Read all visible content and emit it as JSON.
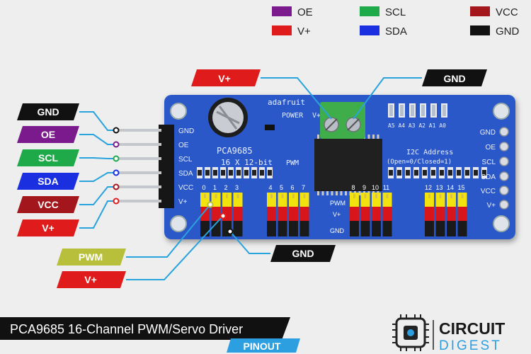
{
  "legend": [
    {
      "label": "OE",
      "color": "#7a1a8c"
    },
    {
      "label": "V+",
      "color": "#e01b1b"
    },
    {
      "label": "SCL",
      "color": "#1faa4a"
    },
    {
      "label": "SDA",
      "color": "#1a2fe0"
    },
    {
      "label": "VCC",
      "color": "#a3161b"
    },
    {
      "label": "GND",
      "color": "#111111"
    }
  ],
  "left_labels": [
    {
      "label": "GND",
      "color": "#111111"
    },
    {
      "label": "OE",
      "color": "#7a1a8c"
    },
    {
      "label": "SCL",
      "color": "#1faa4a"
    },
    {
      "label": "SDA",
      "color": "#1a2fe0"
    },
    {
      "label": "VCC",
      "color": "#a3161b"
    },
    {
      "label": "V+",
      "color": "#e01b1b"
    }
  ],
  "top_labels": {
    "vplus": {
      "label": "V+",
      "color": "#e01b1b"
    },
    "gnd": {
      "label": "GND",
      "color": "#111111"
    }
  },
  "bottom_labels": {
    "pwm": {
      "label": "PWM",
      "color": "#b8bf3a"
    },
    "vplus": {
      "label": "V+",
      "color": "#e01b1b"
    },
    "gnd": {
      "label": "GND",
      "color": "#111111"
    }
  },
  "board": {
    "brand": "adafruit",
    "chip_name": "PCA9685",
    "resolution": "16 X 12-bit",
    "pwm_text": "PWM",
    "power_text": "POWER",
    "vplus_text": "V+",
    "addr_title": "I2C Address",
    "addr_sub": "(Open=0/Closed=1)",
    "addr_bits": "A5 A4 A3 A2 A1 A0",
    "left_pins": [
      "GND",
      "OE",
      "SCL",
      "SDA",
      "VCC",
      "V+"
    ],
    "right_pins": [
      "GND",
      "OE",
      "SCL",
      "SDA",
      "VCC",
      "V+"
    ],
    "header_rows": [
      "PWM",
      "V+",
      "GND"
    ],
    "channel_numbers": [
      "0",
      "1",
      "2",
      "3",
      "4",
      "5",
      "6",
      "7",
      "8",
      "9",
      "10",
      "11",
      "12",
      "13",
      "14",
      "15"
    ],
    "color": "#2a58c8"
  },
  "footer": {
    "title": "PCA9685 16-Channel PWM/Servo Driver",
    "tag": "PINOUT",
    "tag_color": "#2b9fe0",
    "logo_line1": "CIRCUIT",
    "logo_line2": "DIGEST"
  },
  "colors": {
    "wire": "#29a3dc",
    "pin_yellow": "#f2e20e",
    "pin_red": "#d8151b",
    "pin_black": "#1a1a1a"
  }
}
